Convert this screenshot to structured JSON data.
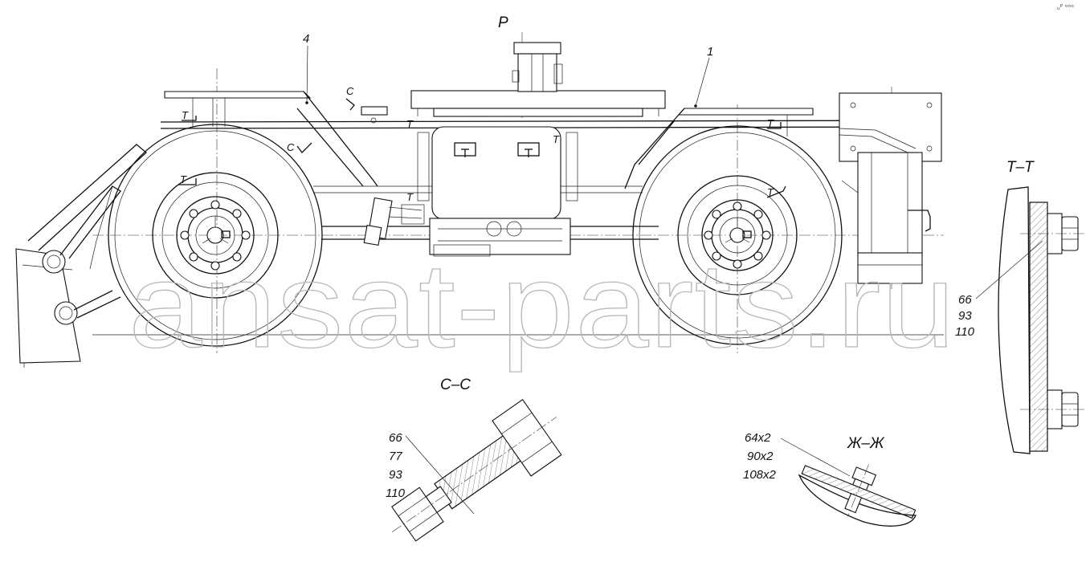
{
  "corner_mark": "ᵤᴾ ᵒᵒᵒ",
  "watermark": "ansat-parts.ru",
  "main_view": {
    "view_label": "P",
    "callouts": [
      {
        "id": "4",
        "text": "4"
      },
      {
        "id": "1",
        "text": "1"
      }
    ],
    "section_marks": {
      "c": "C",
      "t": "T"
    }
  },
  "section_cc": {
    "title": "C–C",
    "callouts": [
      "66",
      "77",
      "93",
      "110"
    ]
  },
  "section_tt": {
    "title": "T–T",
    "callouts": [
      "66",
      "93",
      "110"
    ]
  },
  "section_zhzh": {
    "title": "Ж–Ж",
    "callouts": [
      "64x2",
      "90x2",
      "108x2"
    ]
  }
}
